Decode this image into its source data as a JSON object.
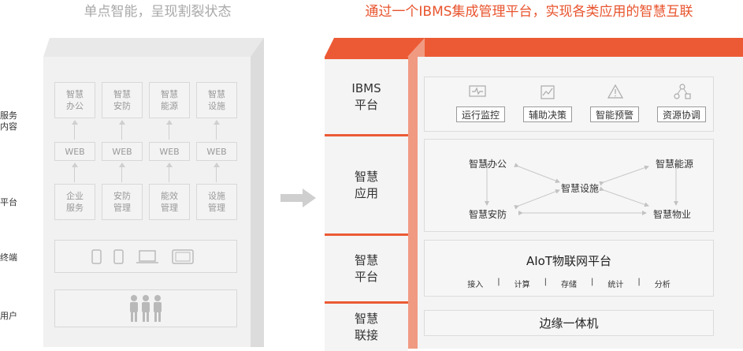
{
  "left": {
    "title": "单点智能，呈现割裂状态",
    "side_labels": {
      "service": "服务\n内容",
      "platform": "平台",
      "terminal": "终端",
      "user": "用户"
    },
    "service_boxes": [
      "智慧\n办公",
      "智慧\n安防",
      "智慧\n能源",
      "智慧\n设施"
    ],
    "web_labels": [
      "WEB",
      "WEB",
      "WEB",
      "WEB"
    ],
    "platform_boxes": [
      "企业\n服务",
      "安防\n管理",
      "能效\n管理",
      "设施\n管理"
    ]
  },
  "right": {
    "title": "通过一个IBMS集成管理平台，实现各类应用的智慧互联",
    "layers": {
      "ibms": "IBMS\n平台",
      "apps": "智慧\n应用",
      "platform": "智慧\n平台",
      "connect": "智慧\n联接"
    },
    "ibms_buttons": [
      "运行监控",
      "辅助决策",
      "智能预警",
      "资源协调"
    ],
    "app_nodes": {
      "office": "智慧办公",
      "energy": "智慧能源",
      "facility": "智慧设施",
      "security": "智慧安防",
      "property": "智慧物业"
    },
    "aiot": {
      "title": "AIoT物联网平台",
      "items": [
        "接入",
        "计算",
        "存储",
        "统计",
        "分析"
      ],
      "separator": "|"
    },
    "edge": "边缘一体机"
  },
  "colors": {
    "accent": "#ec5a35",
    "accent_light": "#f09a82",
    "gray_text": "#a9a9a9"
  }
}
